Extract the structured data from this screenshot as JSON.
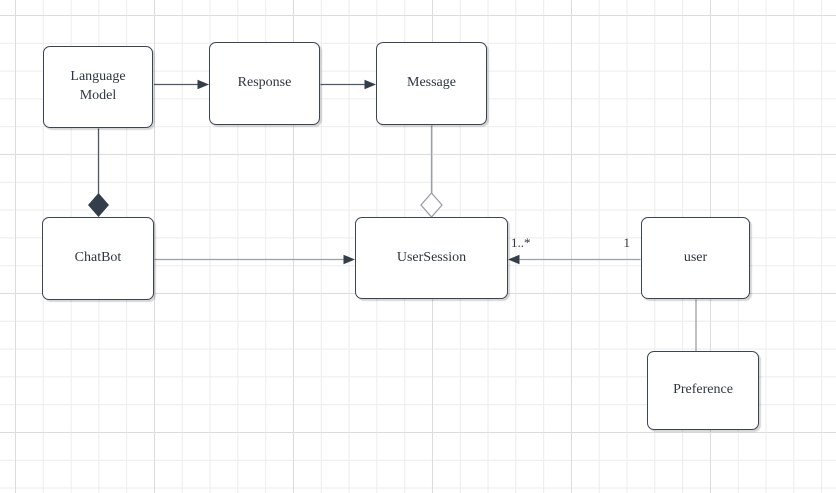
{
  "diagram": {
    "type": "uml-class-diagram",
    "nodes": {
      "language_model": {
        "label": "Language Model"
      },
      "response": {
        "label": "Response"
      },
      "message": {
        "label": "Message"
      },
      "chatbot": {
        "label": "ChatBot"
      },
      "user_session": {
        "label": "UserSession"
      },
      "user": {
        "label": "user"
      },
      "preference": {
        "label": "Preference"
      }
    },
    "edges": [
      {
        "from": "Language Model",
        "to": "Response",
        "type": "directed-arrow"
      },
      {
        "from": "Response",
        "to": "Message",
        "type": "directed-arrow"
      },
      {
        "from": "Language Model",
        "to": "ChatBot",
        "type": "composition-filled-diamond"
      },
      {
        "from": "Message",
        "to": "UserSession",
        "type": "aggregation-hollow-diamond"
      },
      {
        "from": "ChatBot",
        "to": "UserSession",
        "type": "directed-arrow"
      },
      {
        "from": "user",
        "to": "UserSession",
        "type": "directed-arrow",
        "source_label": "1",
        "target_label": "1..*"
      },
      {
        "from": "user",
        "to": "Preference",
        "type": "plain-line"
      }
    ],
    "labels": {
      "multiplicity_target": "1..*",
      "multiplicity_source": "1"
    },
    "colors": {
      "canvas_bg": "#ffffff",
      "grid_minor": "#ececec",
      "grid_major": "#dcdcdc",
      "node_fill": "#ffffff",
      "node_border": "#3b4552",
      "text": "#2e3640",
      "edge_dark": "#505a66",
      "edge_gray": "#9aa0a6",
      "marker_fill": "#343e4a"
    }
  }
}
